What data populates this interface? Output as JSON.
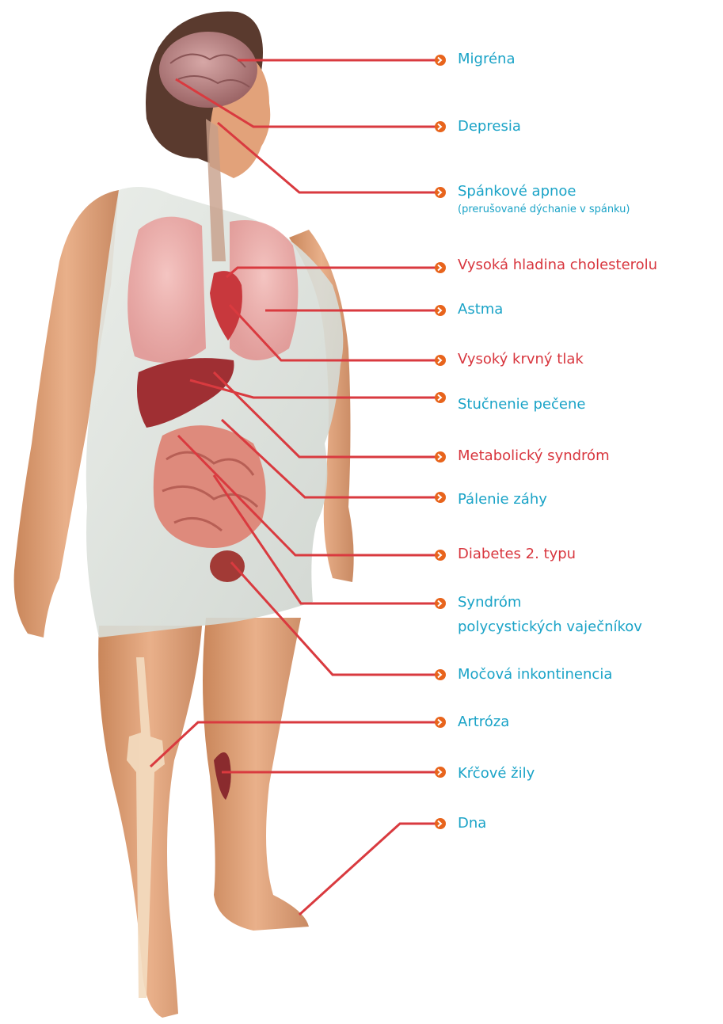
{
  "colors": {
    "blue": "#1aa3c7",
    "red": "#d8363e",
    "leader": "#d93a3f",
    "arrow_dot": "#e8641c"
  },
  "labels": [
    {
      "id": "migrena",
      "text": "Migréna",
      "color": "blue"
    },
    {
      "id": "depresia",
      "text": "Depresia",
      "color": "blue"
    },
    {
      "id": "spankove-apnoe",
      "text": "Spánkové apnoe",
      "sub": "(prerušované dýchanie v spánku)",
      "color": "blue"
    },
    {
      "id": "cholesterol",
      "text": "Vysoká hladina cholesterolu",
      "color": "red"
    },
    {
      "id": "astma",
      "text": "Astma",
      "color": "blue"
    },
    {
      "id": "krvny-tlak",
      "text": "Vysoký krvný tlak",
      "color": "red"
    },
    {
      "id": "stucnenie-pecene",
      "text": "Stučnenie pečene",
      "color": "blue"
    },
    {
      "id": "metabolicky-syndrom",
      "text": "Metabolický syndróm",
      "color": "red"
    },
    {
      "id": "palenie-zahy",
      "text": "Pálenie záhy",
      "color": "blue"
    },
    {
      "id": "diabetes",
      "text": "Diabetes 2. typu",
      "color": "red"
    },
    {
      "id": "syndrom-vajecnikov",
      "text": "Syndróm",
      "text2": "polycystických vaječníkov",
      "color": "blue"
    },
    {
      "id": "mocova-inkontinencia",
      "text": "Močová inkontinencia",
      "color": "blue"
    },
    {
      "id": "artroza",
      "text": "Artróza",
      "color": "blue"
    },
    {
      "id": "krcove-zily",
      "text": "Kŕčové žily",
      "color": "blue"
    },
    {
      "id": "dna",
      "text": "Dna",
      "color": "blue"
    }
  ]
}
